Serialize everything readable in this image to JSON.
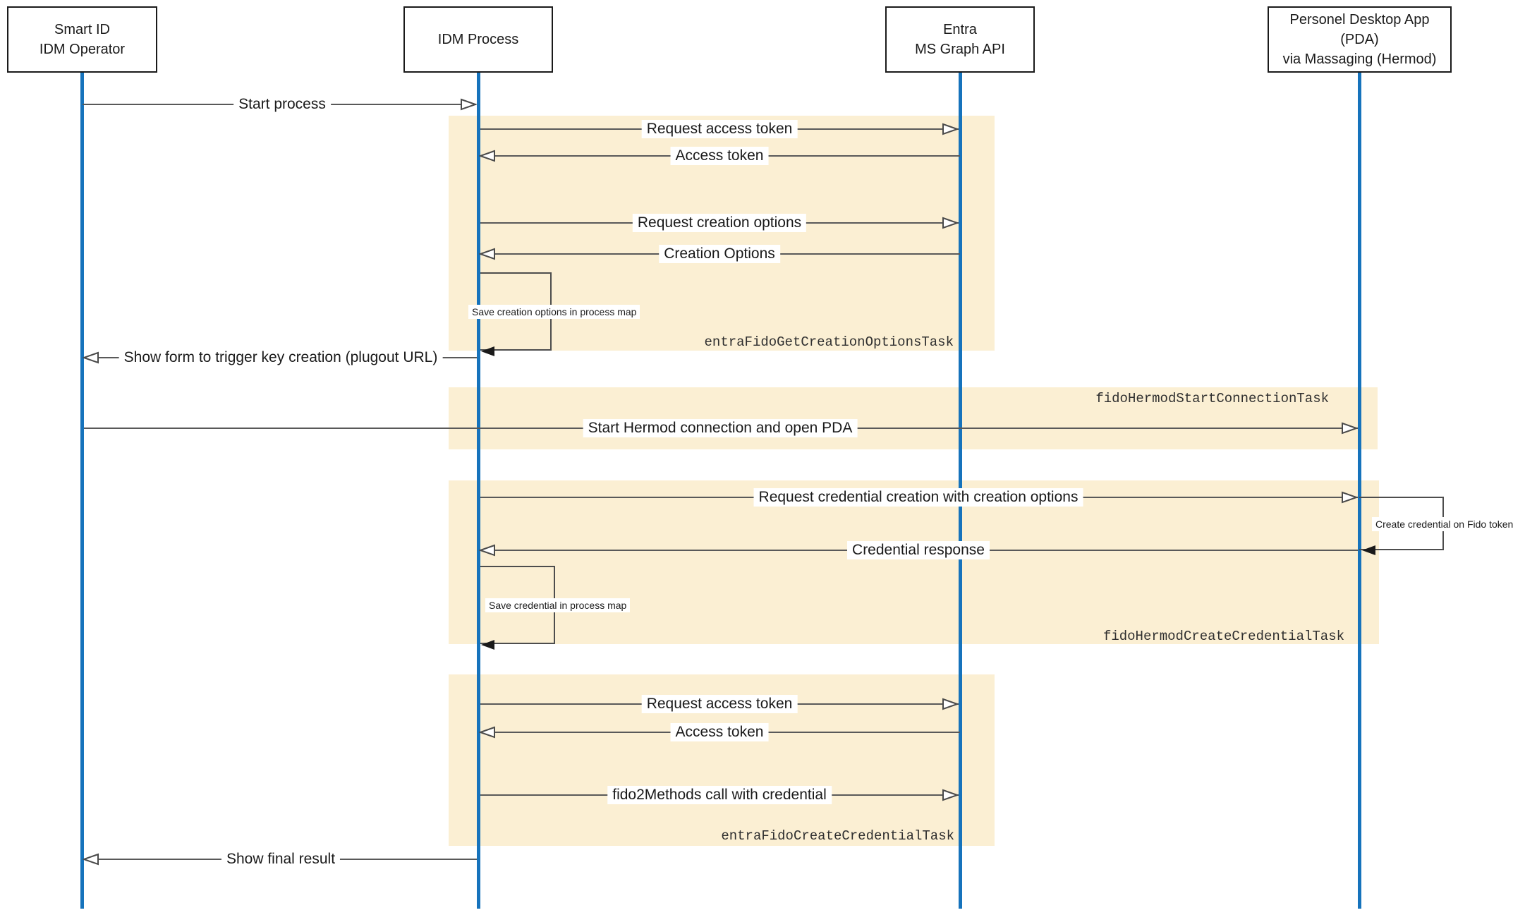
{
  "diagram": {
    "type": "sequence",
    "colors": {
      "lifeline": "#1673BC",
      "activation_band": "#FBEFD3",
      "message_line": "#595959",
      "task_label_text": "#2F2F2F",
      "text": "#1A1A1A",
      "background": "#FFFFFF"
    },
    "actors": [
      {
        "id": "smartid",
        "lines": [
          "Smart ID",
          "IDM Operator"
        ]
      },
      {
        "id": "idm",
        "lines": [
          "IDM Process"
        ]
      },
      {
        "id": "entra",
        "lines": [
          "Entra",
          "MS Graph API"
        ]
      },
      {
        "id": "pda",
        "lines": [
          "Personel Desktop App (PDA)",
          "via Massaging (Hermod)"
        ]
      }
    ],
    "tasks": [
      {
        "name": "entraFidoGetCreationOptionsTask"
      },
      {
        "name": "fidoHermodStartConnectionTask"
      },
      {
        "name": "fidoHermodCreateCredentialTask"
      },
      {
        "name": "entraFidoCreateCredentialTask"
      }
    ],
    "messages": [
      {
        "label": "Start process",
        "from": "smartid",
        "to": "idm",
        "kind": "arrow"
      },
      {
        "label": "Request access token",
        "from": "idm",
        "to": "entra",
        "kind": "arrow"
      },
      {
        "label": "Access token",
        "from": "entra",
        "to": "idm",
        "kind": "arrow"
      },
      {
        "label": "Request creation options",
        "from": "idm",
        "to": "entra",
        "kind": "arrow"
      },
      {
        "label": "Creation Options",
        "from": "entra",
        "to": "idm",
        "kind": "arrow"
      },
      {
        "label": "Save creation options in process map",
        "from": "idm",
        "to": "idm",
        "kind": "self"
      },
      {
        "label": "Show form to trigger key creation (plugout URL)",
        "from": "idm",
        "to": "smartid",
        "kind": "arrow"
      },
      {
        "label": "Start Hermod connection and open PDA",
        "from": "smartid",
        "to": "pda",
        "kind": "arrow"
      },
      {
        "label": "Request credential creation with creation options",
        "from": "idm",
        "to": "pda",
        "kind": "arrow"
      },
      {
        "label": "Create credential on Fido token",
        "from": "pda",
        "to": "pda",
        "kind": "self"
      },
      {
        "label": "Credential response",
        "from": "pda",
        "to": "idm",
        "kind": "arrow"
      },
      {
        "label": "Save credential in process map",
        "from": "idm",
        "to": "idm",
        "kind": "self"
      },
      {
        "label": "Request access token",
        "from": "idm",
        "to": "entra",
        "kind": "arrow"
      },
      {
        "label": "Access token",
        "from": "entra",
        "to": "idm",
        "kind": "arrow"
      },
      {
        "label": "fido2Methods call with credential",
        "from": "idm",
        "to": "entra",
        "kind": "arrow"
      },
      {
        "label": "Show final result",
        "from": "idm",
        "to": "smartid",
        "kind": "arrow"
      }
    ]
  }
}
